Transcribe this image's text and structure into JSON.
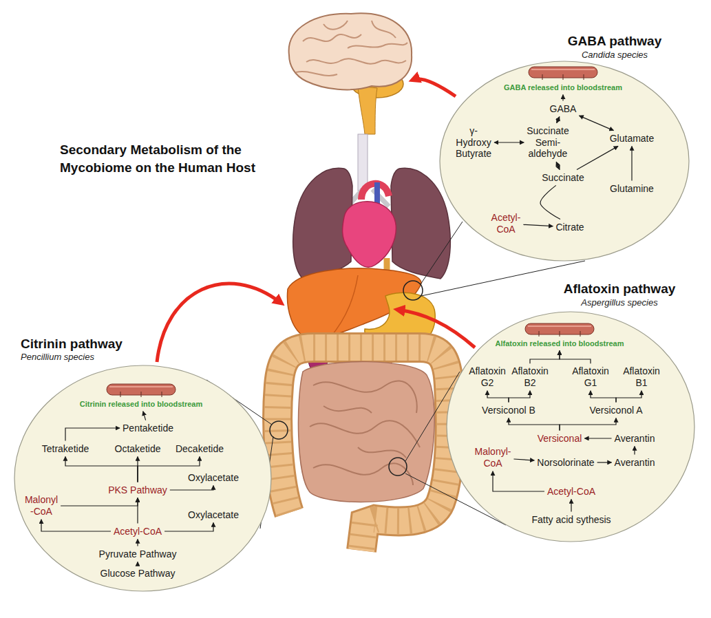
{
  "diagram": {
    "title": "Secondary Metabolism of the Mycobiome on the Human Host",
    "nodes": [
      {
        "text": [
          "GABA pathway",
          "Candida species"
        ]
      },
      {
        "text": [
          "GABA released into bloodstream"
        ],
        "in": 0
      },
      {
        "text": [
          "GABA"
        ],
        "in": 0
      },
      {
        "text": [
          "γ-Hydroxy Butyrate"
        ],
        "in": 0
      },
      {
        "text": [
          "Succinate Semi-aldehyde"
        ],
        "in": 0
      },
      {
        "text": [
          "Glutamate"
        ],
        "in": 0
      },
      {
        "text": [
          "Succinate"
        ],
        "in": 0
      },
      {
        "text": [
          "Glutamine"
        ],
        "in": 0
      },
      {
        "text": [
          "Acetyl-CoA"
        ],
        "in": 0
      },
      {
        "text": [
          "Citrate"
        ],
        "in": 0
      },
      {
        "text": [
          "Aflatoxin pathway",
          "Aspergillus species"
        ]
      },
      {
        "text": [
          "Alfatoxin released into bloodstream"
        ],
        "in": 10
      },
      {
        "text": [
          "Aflatoxin G2"
        ],
        "in": 10
      },
      {
        "text": [
          "Aflatoxin B2"
        ],
        "in": 10
      },
      {
        "text": [
          "Aflatoxin G1"
        ],
        "in": 10
      },
      {
        "text": [
          "Aflatoxin B1"
        ],
        "in": 10
      },
      {
        "text": [
          "Versiconol B"
        ],
        "in": 10
      },
      {
        "text": [
          "Versiconol A"
        ],
        "in": 10
      },
      {
        "text": [
          "Versiconal"
        ],
        "in": 10
      },
      {
        "text": [
          "Averantin"
        ],
        "in": 10
      },
      {
        "text": [
          "Malonyl-CoA"
        ],
        "in": 10
      },
      {
        "text": [
          "Norsolorinate"
        ],
        "in": 10
      },
      {
        "text": [
          "Averantin"
        ],
        "in": 10
      },
      {
        "text": [
          "Acetyl-CoA"
        ],
        "in": 10
      },
      {
        "text": [
          "Fatty acid sythesis"
        ],
        "in": 10
      },
      {
        "text": [
          "Citrinin pathway",
          "Pencillium species"
        ]
      },
      {
        "text": [
          "Citrinin released into bloodstream"
        ],
        "in": 25
      },
      {
        "text": [
          "Pentaketide"
        ],
        "in": 25
      },
      {
        "text": [
          "Tetraketide"
        ],
        "in": 25
      },
      {
        "text": [
          "Octaketide"
        ],
        "in": 25
      },
      {
        "text": [
          "Decaketide"
        ],
        "in": 25
      },
      {
        "text": [
          "Oxylacetate"
        ],
        "in": 25
      },
      {
        "text": [
          "PKS Pathway"
        ],
        "in": 25
      },
      {
        "text": [
          "Malonyl -CoA"
        ],
        "in": 25
      },
      {
        "text": [
          "Oxylacetate"
        ],
        "in": 25
      },
      {
        "text": [
          "Acetyl-CoA"
        ],
        "in": 25
      },
      {
        "text": [
          "Pyruvate Pathway"
        ],
        "in": 25
      },
      {
        "text": [
          "Glucose Pathway"
        ],
        "in": 25
      }
    ],
    "edges": [
      {
        "from": 2,
        "to": 1,
        "arrow": "to"
      },
      {
        "from": 4,
        "to": 2,
        "arrow": "both"
      },
      {
        "from": 2,
        "to": 5,
        "arrow": "both"
      },
      {
        "from": 3,
        "to": 4,
        "arrow": "both"
      },
      {
        "from": 4,
        "to": 6,
        "arrow": "both"
      },
      {
        "from": 6,
        "to": 5,
        "arrow": "to"
      },
      {
        "from": 7,
        "to": 5,
        "arrow": "to"
      },
      {
        "from": 8,
        "to": 9,
        "arrow": "to"
      },
      {
        "from": 9,
        "to": 6,
        "arrow": "none"
      },
      {
        "from": 13,
        "to": 11,
        "arrow": "to"
      },
      {
        "from": 14,
        "to": 11,
        "arrow": "to"
      },
      {
        "from": 16,
        "to": 12,
        "arrow": "to"
      },
      {
        "from": 16,
        "to": 13,
        "arrow": "to"
      },
      {
        "from": 17,
        "to": 14,
        "arrow": "to"
      },
      {
        "from": 17,
        "to": 15,
        "arrow": "to"
      },
      {
        "from": 18,
        "to": 16,
        "arrow": "to"
      },
      {
        "from": 18,
        "to": 17,
        "arrow": "to"
      },
      {
        "from": 19,
        "to": 18,
        "arrow": "to"
      },
      {
        "from": 22,
        "to": 19,
        "arrow": "to"
      },
      {
        "from": 20,
        "to": 21,
        "arrow": "to"
      },
      {
        "from": 21,
        "to": 22,
        "arrow": "to"
      },
      {
        "from": 23,
        "to": 20,
        "arrow": "to"
      },
      {
        "from": 24,
        "to": 23,
        "arrow": "to"
      },
      {
        "from": 27,
        "to": 26,
        "arrow": "to"
      },
      {
        "from": 28,
        "to": 27,
        "arrow": "to"
      },
      {
        "from": 32,
        "to": 28,
        "arrow": "to"
      },
      {
        "from": 32,
        "to": 29,
        "arrow": "to"
      },
      {
        "from": 32,
        "to": 30,
        "arrow": "to"
      },
      {
        "from": 32,
        "to": 31,
        "arrow": "to"
      },
      {
        "from": 37,
        "to": 36,
        "arrow": "to"
      },
      {
        "from": 36,
        "to": 35,
        "arrow": "to"
      },
      {
        "from": 35,
        "to": 33,
        "arrow": "to"
      },
      {
        "from": 35,
        "to": 34,
        "arrow": "to"
      },
      {
        "from": 35,
        "to": 32,
        "arrow": "to"
      },
      {
        "from": 33,
        "to": 32,
        "arrow": "to"
      }
    ]
  }
}
